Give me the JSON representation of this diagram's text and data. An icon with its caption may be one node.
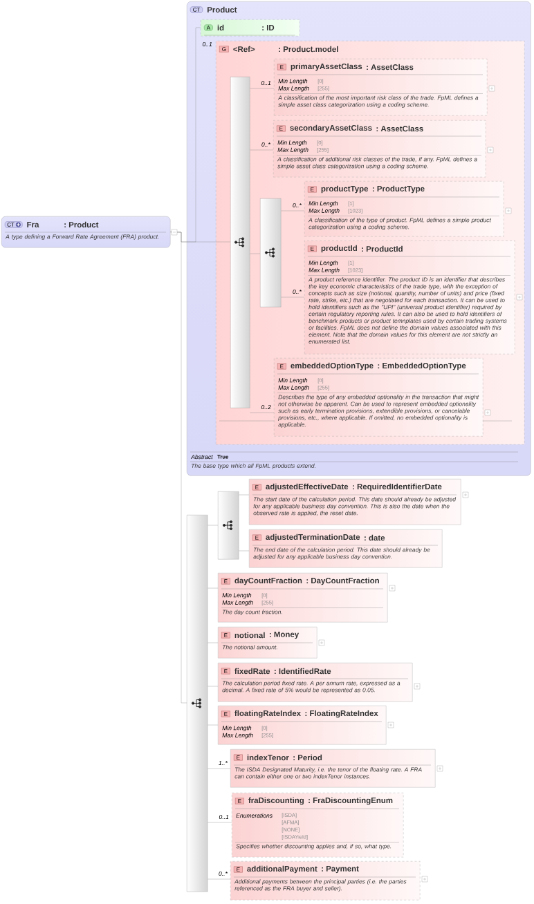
{
  "diagram": {
    "nodes": [
      {
        "text": [
          "CT",
          "Fra",
          ": Product",
          "A type defining a Forward Rate Agreement (FRA) product."
        ]
      },
      {
        "text": [
          "CT",
          "Product",
          "Abstract",
          "True",
          "The base type which all FpML products extend."
        ]
      },
      {
        "text": [
          "A",
          "id",
          ": ID"
        ],
        "in": 1
      },
      {
        "text": [
          "G",
          "<Ref>",
          ": Product.model"
        ],
        "in": 1,
        "beside": [
          "0..1"
        ]
      },
      {
        "text": [],
        "shape": "box",
        "in": 3
      },
      {
        "text": [
          "E",
          "primaryAssetClass",
          ": AssetClass",
          "Min Length",
          "[0]",
          "Max Length",
          "[255]",
          "A classification of the most important risk class of the trade. FpML defines a simple asset class categorization using a coding scheme."
        ],
        "in": 3
      },
      {
        "text": [
          "E",
          "secondaryAssetClass",
          ": AssetClass",
          "Min Length",
          "[0]",
          "Max Length",
          "[255]",
          "A classification of additional risk classes of the trade, if any. FpML defines a simple asset class categorization using a coding scheme."
        ],
        "in": 3
      },
      {
        "text": [],
        "shape": "box",
        "in": 3
      },
      {
        "text": [
          "E",
          "productType",
          ": ProductType",
          "Min Length",
          "[1]",
          "Max Length",
          "[1023]",
          "A classification of the type of product. FpML defines a simple product categorization using a coding scheme."
        ],
        "in": 3
      },
      {
        "text": [
          "E",
          "productId",
          ": ProductId",
          "Min Length",
          "[1]",
          "Max Length",
          "[1023]",
          "A product reference identifier. The product ID is an identifier that describes the key economic characteristics of the trade type, with the exception of concepts such as size (notional, quantity, number of units) and price (fixed rate, strike, etc.) that are negotiated for each transaction. It can be used to hold identifiers such as the \"UPI\" (universal product identifier) required by certain regulatory reporting rules. It can also be used to hold identifiers of benchmark products or product temnplates used by certain trading systems or facilities. FpML does not define the domain values associated with this element. Note that the domain values for this element are not strictly an enumerated list."
        ],
        "in": 3
      },
      {
        "text": [
          "E",
          "embeddedOptionType",
          ": EmbeddedOptionType",
          "Min Length",
          "[0]",
          "Max Length",
          "[255]",
          "Describes the type of any embedded optionality in the transaction that might not otherwise be apparent. Can be used to represent embedded optionality such as early termination provisions, extendible provisions, or cancelable provisions, etc., where applicable. If omitted, no embedded optionality is applicable."
        ],
        "in": 3
      },
      {
        "text": [],
        "shape": "box"
      },
      {
        "text": [],
        "shape": "box"
      },
      {
        "text": [
          "E",
          "adjustedEffectiveDate",
          ": RequiredIdentifierDate",
          "The start date of the calculation period. This date should already be adjusted for any applicable business day convention. This is also the date when the observed rate is applied, the reset date."
        ]
      },
      {
        "text": [
          "E",
          "adjustedTerminationDate",
          ": date",
          "The end date of the calculation period. This date should already be adjusted for any applicable business day convention."
        ]
      },
      {
        "text": [
          "E",
          "dayCountFraction",
          ": DayCountFraction",
          "Min Length",
          "[0]",
          "Max Length",
          "[255]",
          "The day count fraction."
        ]
      },
      {
        "text": [
          "E",
          "notional",
          ": Money",
          "The notional amount."
        ]
      },
      {
        "text": [
          "E",
          "fixedRate",
          ": IdentifiedRate",
          "The calculation period fixed rate. A per annum rate, expressed as a decimal. A fixed rate of 5% would be represented as 0.05."
        ]
      },
      {
        "text": [
          "E",
          "floatingRateIndex",
          ": FloatingRateIndex",
          "Min Length",
          "[0]",
          "Max Length",
          "[255]"
        ]
      },
      {
        "text": [
          "E",
          "indexTenor",
          ": Period",
          "The ISDA Designated Maturity, i.e. the tenor of the floating rate. A FRA can contain either one or two indexTenor instances."
        ]
      },
      {
        "text": [
          "E",
          "fraDiscounting",
          ": FraDiscountingEnum",
          "Enumerations",
          "[ISDA]",
          "[AFMA]",
          "[NONE]",
          "[ISDAYield]",
          "Specifies whether discounting applies and, if so, what type."
        ]
      },
      {
        "text": [
          "E",
          "additionalPayment",
          ": Payment",
          "Additional payments between the principal parties (i.e. the parties referenced as the FRA buyer and seller)."
        ]
      }
    ],
    "edges": [
      {
        "from": 0,
        "to": 2,
        "arrow": "none"
      },
      {
        "from": 0,
        "to": 4,
        "arrow": "none"
      },
      {
        "from": 4,
        "to": 5,
        "arrow": "none",
        "label": "0..1"
      },
      {
        "from": 4,
        "to": 6,
        "arrow": "none",
        "label": "0..*"
      },
      {
        "from": 4,
        "to": 7,
        "arrow": "none"
      },
      {
        "from": 7,
        "to": 8,
        "arrow": "none",
        "label": "0..*"
      },
      {
        "from": 7,
        "to": 9,
        "arrow": "none",
        "label": "0..*"
      },
      {
        "from": 4,
        "to": 10,
        "arrow": "none",
        "label": "0..2"
      },
      {
        "from": 0,
        "to": 11,
        "arrow": "none"
      },
      {
        "from": 11,
        "to": 12,
        "arrow": "none"
      },
      {
        "from": 12,
        "to": 13,
        "arrow": "none"
      },
      {
        "from": 12,
        "to": 14,
        "arrow": "none"
      },
      {
        "from": 11,
        "to": 15,
        "arrow": "none"
      },
      {
        "from": 11,
        "to": 16,
        "arrow": "none"
      },
      {
        "from": 11,
        "to": 17,
        "arrow": "none"
      },
      {
        "from": 11,
        "to": 18,
        "arrow": "none"
      },
      {
        "from": 11,
        "to": 19,
        "arrow": "none",
        "label": "1..*"
      },
      {
        "from": 11,
        "to": 20,
        "arrow": "none",
        "label": "0..1"
      },
      {
        "from": 11,
        "to": 21,
        "arrow": "none",
        "label": "0..*"
      }
    ]
  }
}
